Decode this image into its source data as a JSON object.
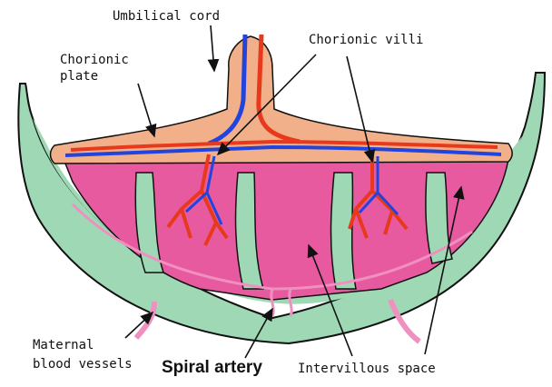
{
  "labels": {
    "umbilical_cord": "Umbilical cord",
    "chorionic_villi": "Chorionic villi",
    "chorionic_plate_line1": "Chorionic",
    "chorionic_plate_line2": "plate",
    "maternal_line1": "Maternal",
    "maternal_line2": "blood vessels",
    "spiral_artery": "Spiral artery",
    "intervillous_space": "Intervillous space"
  },
  "colors": {
    "decidua": "#9fd8b4",
    "chorion": "#f2b08a",
    "intervillous": "#e85aa0",
    "maternal_vessel": "#f090c0",
    "artery": "#e8391c",
    "vein": "#2244dd",
    "outline": "#111111"
  }
}
